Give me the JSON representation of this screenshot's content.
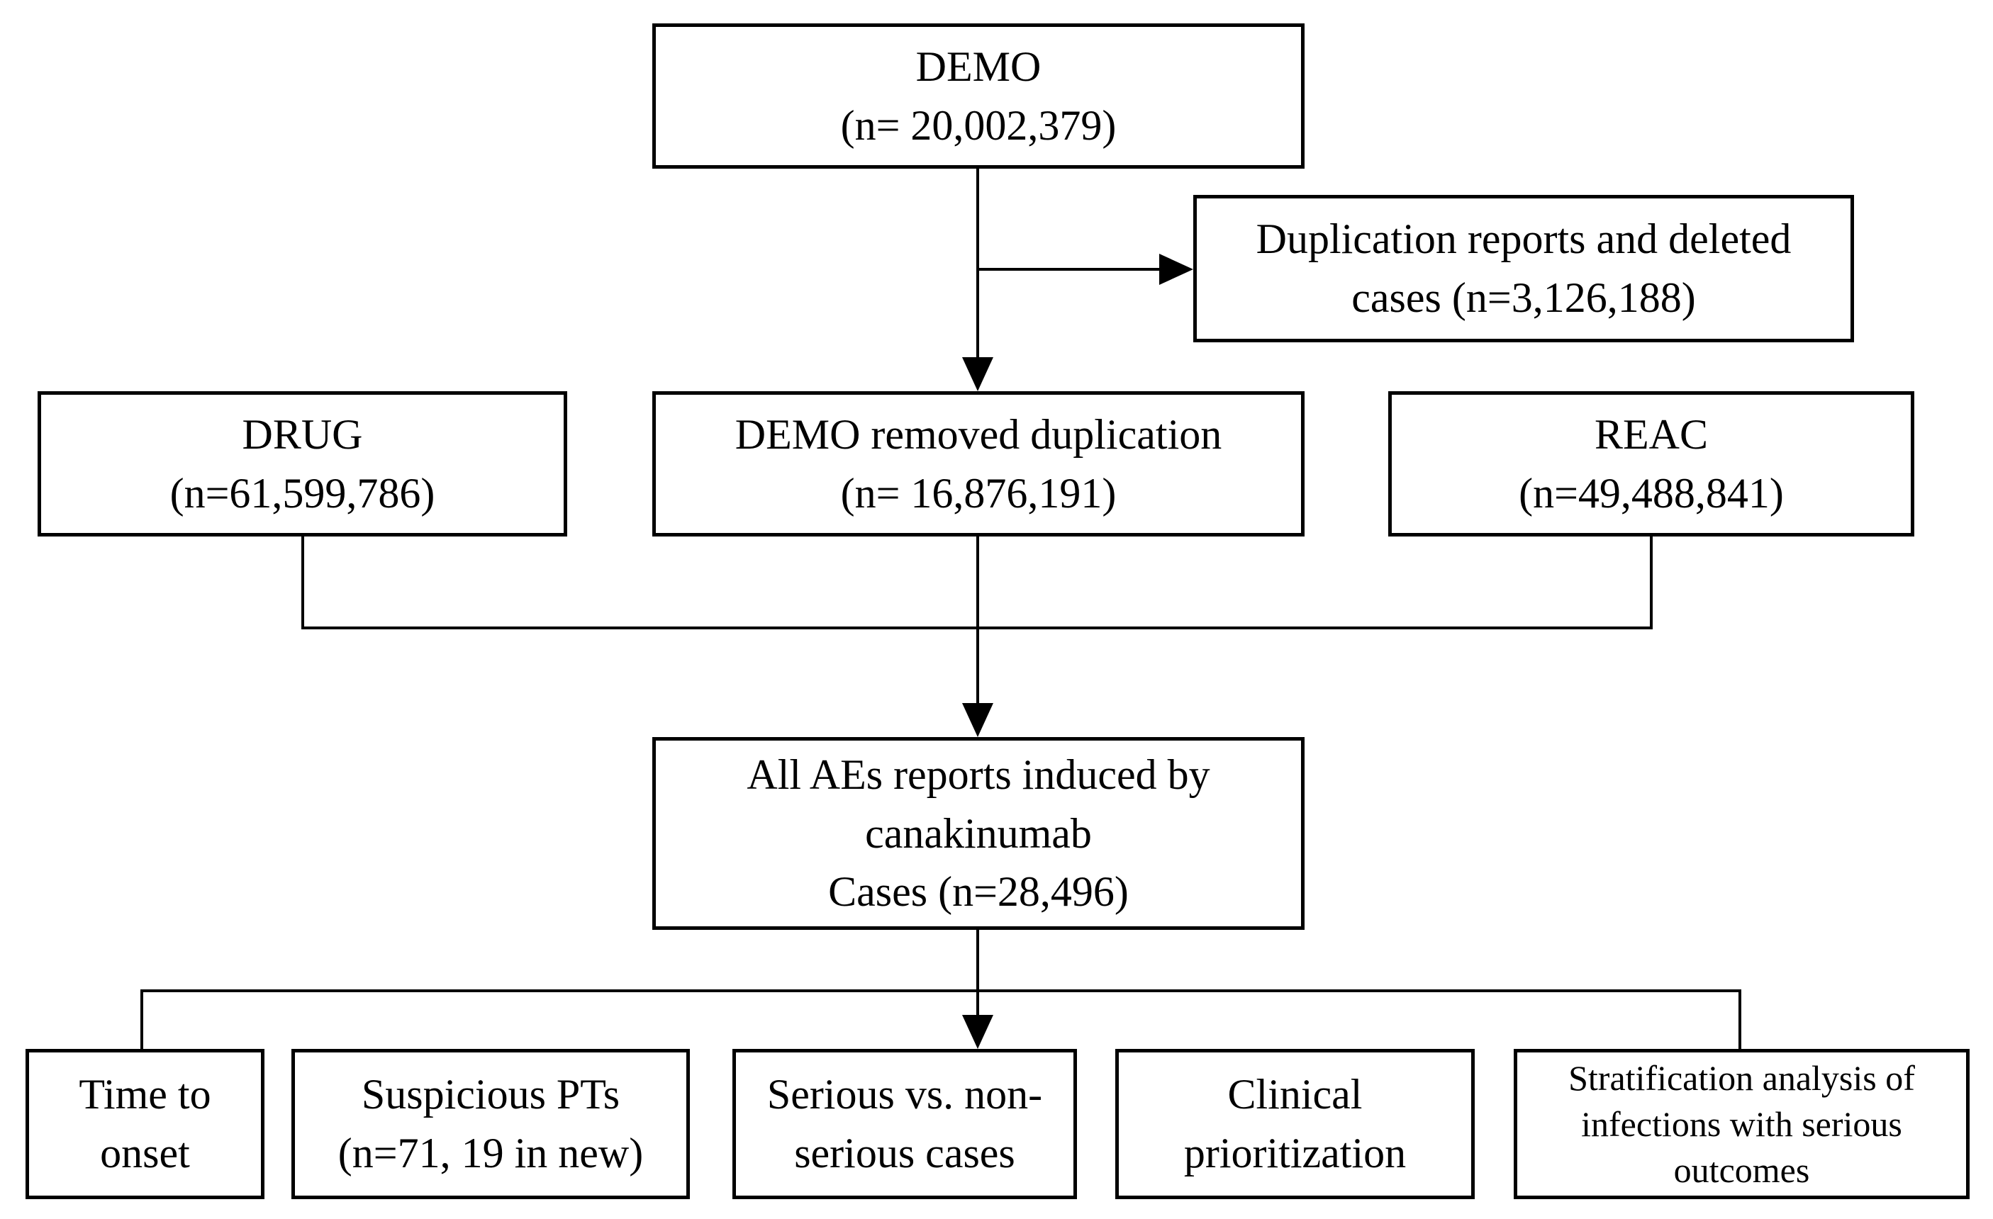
{
  "colors": {
    "background": "#ffffff",
    "line": "#000000",
    "text": "#000000"
  },
  "diagram_type": "flowchart",
  "nodes": {
    "demo": {
      "lines": [
        "DEMO",
        "(n= 20,002,379)"
      ]
    },
    "duplication": {
      "lines": [
        "Duplication reports and deleted",
        "cases (n=3,126,188)"
      ]
    },
    "drug": {
      "lines": [
        "DRUG",
        "(n=61,599,786)"
      ]
    },
    "demo_removed": {
      "lines": [
        "DEMO removed duplication",
        "(n= 16,876,191)"
      ]
    },
    "reac": {
      "lines": [
        "REAC",
        "(n=49,488,841)"
      ]
    },
    "all_aes": {
      "lines": [
        "All AEs reports induced by",
        "canakinumab",
        "Cases (n=28,496)"
      ]
    },
    "time_to_onset": {
      "lines": [
        "Time to",
        "onset"
      ]
    },
    "suspicious_pts": {
      "lines": [
        "Suspicious PTs",
        "(n=71, 19 in new)"
      ]
    },
    "serious": {
      "lines": [
        "Serious vs. non-",
        "serious cases"
      ]
    },
    "clinical": {
      "lines": [
        "Clinical",
        "prioritization"
      ]
    },
    "stratification": {
      "lines": [
        "Stratification analysis of",
        "infections with serious",
        "outcomes"
      ]
    }
  },
  "edges": [
    "demo -> demo_removed (arrow)",
    "demo -> duplication (arrow, branch right)",
    "drug -> merge line",
    "reac -> merge line",
    "demo_removed -> all_aes (arrow)",
    "all_aes -> time_to_onset",
    "all_aes -> serious (arrow)",
    "all_aes -> stratification"
  ]
}
